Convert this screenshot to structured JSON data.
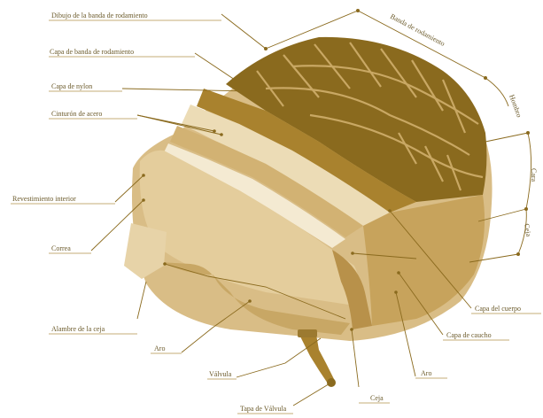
{
  "labels": {
    "dibujo_banda": "Dibujo de la banda de rodamiento",
    "capa_banda": "Capa de banda de rodamiento",
    "capa_nylon": "Capa de nylon",
    "cinturon_acero": "Cinturón de acero",
    "revestimiento_interior": "Revestimiento interior",
    "correa": "Correa",
    "alambre_ceja": "Alambre de la ceja",
    "aro_left": "Aro",
    "valvula": "Válvula",
    "tapa_valvula": "Tapa de Válvula",
    "ceja": "Ceja",
    "aro_right": "Aro",
    "capa_caucho": "Capa de caucho",
    "capa_cuerpo": "Capa del cuerpo",
    "banda_rodamiento": "Banda de rodamiento",
    "hombro": "Hombro",
    "cara": "Cara",
    "ceja_side": "Ceja"
  },
  "colors": {
    "tread_dark": "#8a6a1e",
    "tread_mid": "#a9822e",
    "layer_light": "#ecdcb6",
    "layer_cream": "#f4ead2",
    "body_tan": "#d9bd86",
    "leader": "#8a6a1e",
    "text": "#6b5a2a"
  }
}
